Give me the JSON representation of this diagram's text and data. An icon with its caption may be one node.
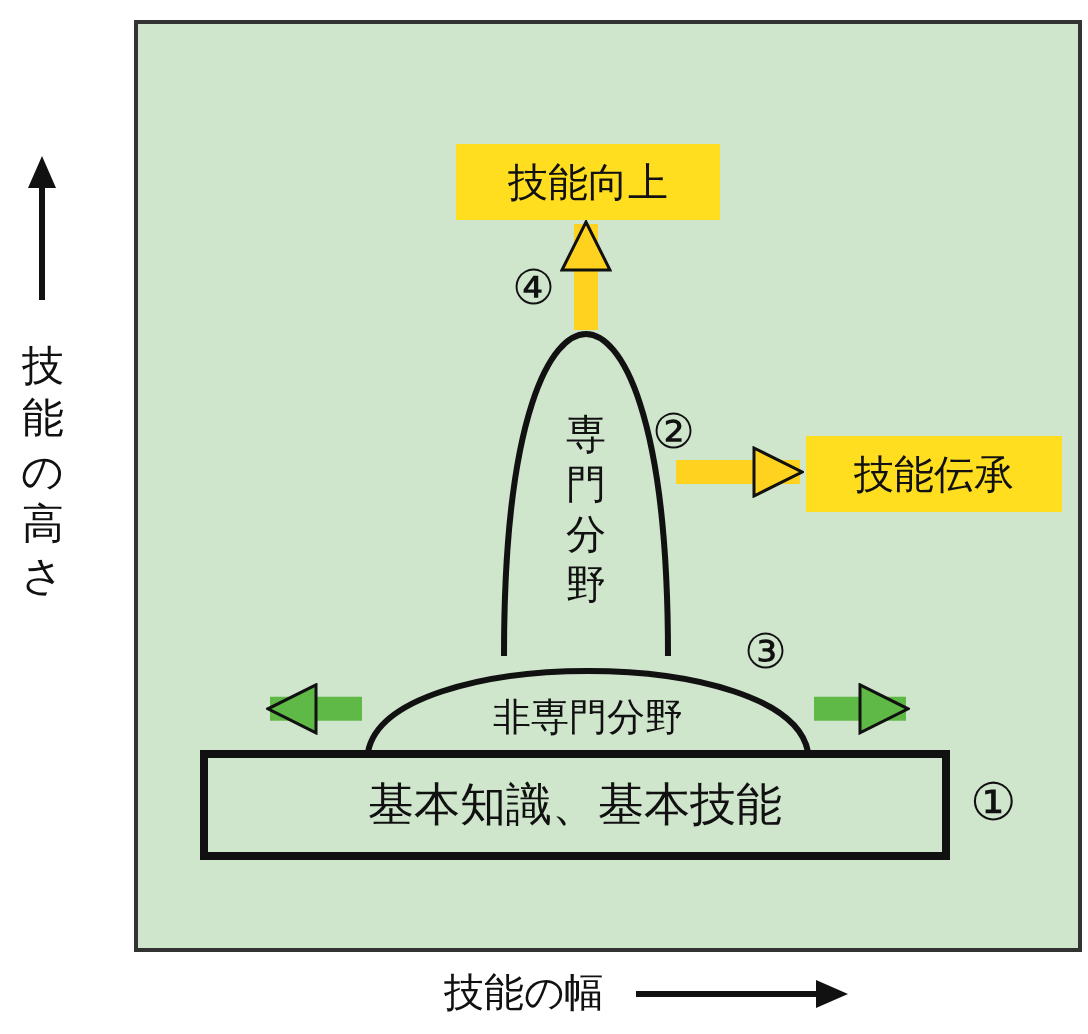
{
  "diagram": {
    "nodes": [
      {
        "text": [
          "技能向上"
        ]
      },
      {
        "text": [
          "専門分野"
        ]
      },
      {
        "text": [
          "技能伝承"
        ]
      },
      {
        "text": [
          "非専門分野"
        ]
      },
      {
        "text": [
          "基本知識、基本技能"
        ],
        "beside": [
          "①"
        ]
      }
    ],
    "edges": [
      {
        "from": 1,
        "to": 0,
        "arrow": "to",
        "label": "④",
        "color": "#ffd21f"
      },
      {
        "from": 1,
        "to": 2,
        "arrow": "to",
        "label": "②",
        "color": "#ffd21f"
      },
      {
        "from": 3,
        "to": null,
        "arrow": "to",
        "color": "#5fb946"
      },
      {
        "from": 3,
        "to": null,
        "arrow": "to",
        "color": "#5fb946"
      }
    ],
    "labels": [
      "③",
      "技能の高さ",
      "技能の幅"
    ]
  }
}
